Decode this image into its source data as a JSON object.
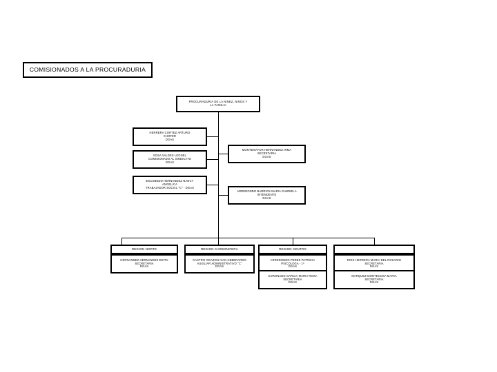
{
  "document": {
    "title_banner": "COMISIONADOS A LA PROCURADURIA"
  },
  "chart": {
    "root": {
      "line1": "PROCURADURIA DE LA NIÑEZ, NIÑOS Y",
      "line2": "LA FAMILIA"
    },
    "staff_left": [
      {
        "name": "HERRERA CORTEZ ARTURO",
        "position": "CHOFER",
        "unit": "DGAS"
      },
      {
        "name": "SOSA VALDES LEONEL",
        "position": "COMISIONADO AL SINDICATO",
        "unit": "DGAS"
      },
      {
        "name": "ESCOBEDO HERNANDEZ NANCY",
        "position": "ANGELICA",
        "unit": "TRABAJADOR SOCIAL \"C\" - DGAS"
      }
    ],
    "staff_right": [
      {
        "name": "MONTEMAYOR HERNANDEZ IRMA",
        "position": "SECRETARIA",
        "unit": "DGAS"
      },
      {
        "name": "ARREDONDO BARRIOS MARIA GABRIELA",
        "position": "INTENDENTE",
        "unit": "DGAS"
      }
    ],
    "regions": [
      {
        "header": "REGION NORTE",
        "entries": [
          {
            "name": "HERNANDEZ HERNANDEZ EDITH",
            "position": "SECRETARIA",
            "unit": "DGAS"
          }
        ]
      },
      {
        "header": "REGION CARBONIFERA",
        "entries": [
          {
            "name": "CASTRO OGAZON IVAN HEBERARDO",
            "position": "AUXILIAR ADMINISTRATIVO \"C\"",
            "unit": "DGAS"
          }
        ]
      },
      {
        "header": "REGION CENTRO",
        "entries": [
          {
            "name": "ARREDONDO PEREZ PATRICIA",
            "position": "PSICOLOGA - 1º",
            "unit": "DGAS"
          },
          {
            "name": "CORONADO GARCIA MARIA ROSA",
            "position": "SECRETARIA",
            "unit": "DGAS"
          }
        ]
      },
      {
        "header": "",
        "entries": [
          {
            "name": "RIOS HERRERA MARIA DEL ROSARIO",
            "position": "SECRETARIA",
            "unit": "DGAS"
          },
          {
            "name": "MARQUEZ MONTECOSA MARIA",
            "position": "SECRETARIA",
            "unit": "DGAS"
          }
        ]
      }
    ]
  },
  "colors": {
    "stroke": "#000000",
    "background": "#ffffff",
    "text": "#000000"
  }
}
